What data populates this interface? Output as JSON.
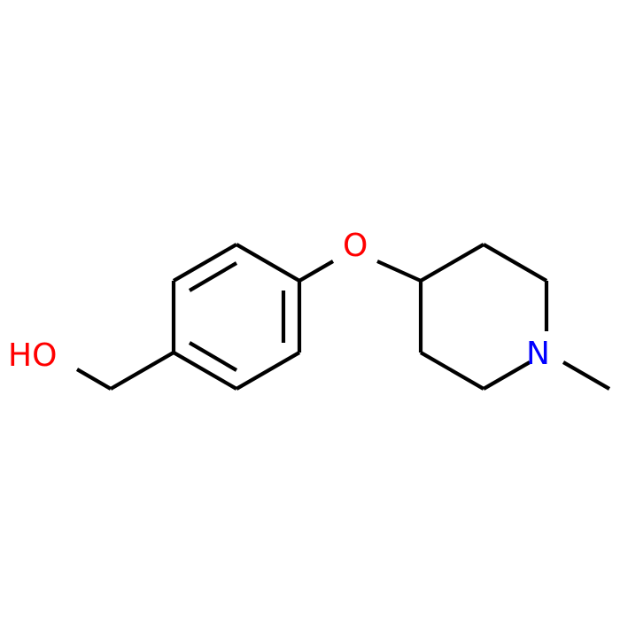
{
  "atom_labels": {
    "hydroxyl": "HO",
    "ether_oxygen": "O",
    "ring_nitrogen": "N"
  },
  "colors": {
    "bond": "#000000",
    "oxygen": "#ff0000",
    "nitrogen": "#0000ff",
    "background": "#ffffff"
  }
}
